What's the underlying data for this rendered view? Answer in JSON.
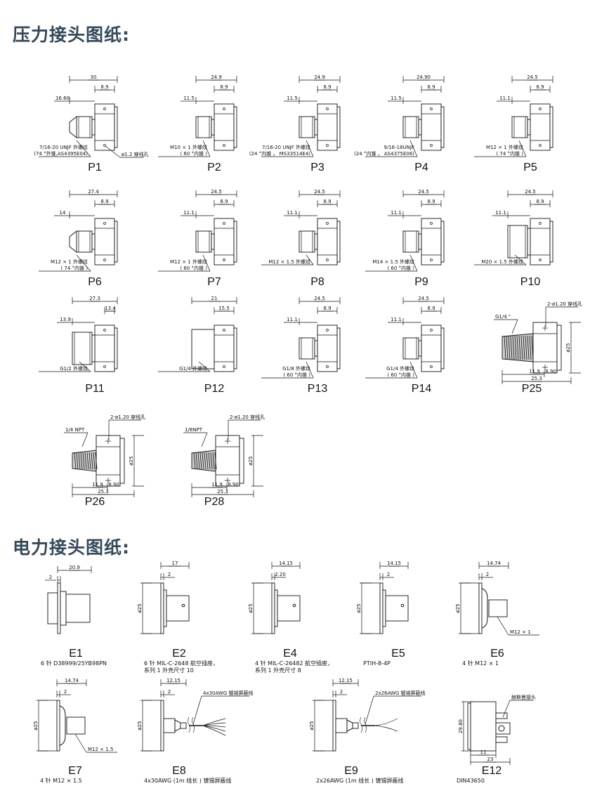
{
  "pressure_section": {
    "title": "压力接头图纸:",
    "items": [
      {
        "label": "P1",
        "kind": "std",
        "dims": [
          "30",
          "8.9",
          "16.60"
        ],
        "notes": [
          "7/16-20 UNJF 外螺纹",
          "(74 °外锥,AS4395E04)"
        ],
        "hole": "ø1.2 穿线孔",
        "cone": true
      },
      {
        "label": "P2",
        "kind": "std",
        "dims": [
          "24.9",
          "8.9",
          "11.5"
        ],
        "notes": [
          "M10 × 1 外螺纹",
          "( 60 °内锥 )"
        ]
      },
      {
        "label": "P3",
        "kind": "std",
        "dims": [
          "24.9",
          "8.9",
          "11.5"
        ],
        "notes": [
          "7/16-20 UNJF 外螺纹",
          "(24 °内锥 ， MS33514E4)"
        ]
      },
      {
        "label": "P4",
        "kind": "std",
        "dims": [
          "24.90",
          "8.9",
          "11.5"
        ],
        "notes": [
          "9/16-18UNJF",
          "(24 °内锥 ， AS4375E06)"
        ]
      },
      {
        "label": "P5",
        "kind": "std",
        "dims": [
          "24.5",
          "8.9",
          "11.1"
        ],
        "notes": [
          "M12 × 1 外螺纹",
          "( 74 °内锥 )"
        ]
      },
      {
        "label": "P6",
        "kind": "std",
        "dims": [
          "27.4",
          "8.9",
          "14"
        ],
        "notes": [
          "M12 × 1 外螺纹",
          "( 74 °内锥 )"
        ],
        "cone": true
      },
      {
        "label": "P7",
        "kind": "std",
        "dims": [
          "24.5",
          "8.9",
          "11.1"
        ],
        "notes": [
          "M12 × 1 外螺纹",
          "( 60 °内锥 )"
        ]
      },
      {
        "label": "P8",
        "kind": "std",
        "dims": [
          "24.5",
          "8.9",
          "11.1"
        ],
        "notes": [
          "M12 × 1.5 外螺纹"
        ]
      },
      {
        "label": "P9",
        "kind": "std",
        "dims": [
          "24.5",
          "8.9",
          "11.1"
        ],
        "notes": [
          "M14 × 1.5 外螺纹",
          "( 60 °内锥 )"
        ]
      },
      {
        "label": "P10",
        "kind": "std",
        "dims": [
          "24.5",
          "8.9",
          "11.1"
        ],
        "notes": [
          "M20 × 1.5 外螺纹"
        ]
      },
      {
        "label": "P11",
        "kind": "std",
        "dims": [
          "27.3",
          "13.4",
          "13.9"
        ],
        "notes": [
          "G1/2 外螺纹"
        ]
      },
      {
        "label": "P12",
        "kind": "std",
        "dims": [
          "21",
          "15.5"
        ],
        "notes": [
          "G1/4 外螺纹"
        ]
      },
      {
        "label": "P13",
        "kind": "std",
        "dims": [
          "24.5",
          "8.9",
          "11.1"
        ],
        "notes": [
          "G1/8 外螺纹",
          "( 60 °内锥 )"
        ]
      },
      {
        "label": "P14",
        "kind": "std",
        "dims": [
          "24.5",
          "8.9",
          "11.1"
        ],
        "notes": [
          "G1/4 外螺纹",
          "( 60 °内锥 )"
        ]
      },
      {
        "label": "P25",
        "kind": "side",
        "thread": "G1/4 \"",
        "hole": "2-ø1.20 穿线孔",
        "dia": "ø25",
        "dims": [
          "11.9",
          "8.90",
          "25.3"
        ]
      },
      {
        "label": "P26",
        "kind": "side",
        "thread": "1/4 NPT",
        "hole": "2-ø1.20 穿线孔",
        "dia": "ø25",
        "dims": [
          "11.9",
          "8.90",
          "25.3"
        ]
      },
      {
        "label": "P28",
        "kind": "side",
        "thread": "1/8NPT",
        "hole": "2-ø1.20 穿线孔",
        "dia": "ø25",
        "dims": [
          "11.9",
          "8.90",
          "25.3"
        ]
      }
    ]
  },
  "electrical_section": {
    "title": "电力接头图纸:",
    "items": [
      {
        "label": "E1",
        "kind": "e1",
        "dims": [
          "20.9",
          "2"
        ],
        "desc": [
          "6 针 D38999/25YB98PN"
        ]
      },
      {
        "label": "E2",
        "kind": "box",
        "dims": [
          "17",
          "2"
        ],
        "dia": "ø25",
        "desc": [
          "6 针 MIL-C-2648 航空插座，",
          "系列 1 外壳尺寸 10"
        ]
      },
      {
        "label": "E4",
        "kind": "box",
        "dims": [
          "14.15",
          "2.20"
        ],
        "dia": "ø25",
        "desc": [
          "4 针 MIL-C-26482 航空插座，",
          "系列 1 外壳尺寸 8"
        ]
      },
      {
        "label": "E5",
        "kind": "box",
        "dims": [
          "14.15",
          "2"
        ],
        "dia": "ø25",
        "desc": [
          "PTIH-8-4P"
        ]
      },
      {
        "label": "E6",
        "kind": "m12",
        "dims": [
          "14.74",
          "2"
        ],
        "dia": "ø25",
        "note": "M12 × 1",
        "desc": [
          "4 针 M12 × 1"
        ]
      },
      {
        "label": "E7",
        "kind": "m12",
        "dims": [
          "14.74",
          "2"
        ],
        "dia": "ø25",
        "note": "M12 × 1.5",
        "desc": [
          "4 针 M12 × 1.5"
        ]
      },
      {
        "label": "E8",
        "kind": "cable",
        "wires": 5,
        "dims": [
          "12.15",
          "2"
        ],
        "dia": "ø25",
        "note": "4x30AWG 镀锡屏蔽线",
        "desc": [
          "4x30AWG (1m 线长 ) 镀锡屏蔽线"
        ]
      },
      {
        "label": "E9",
        "kind": "cable",
        "wires": 2,
        "dims": [
          "12.15",
          "2"
        ],
        "dia": "ø25",
        "note": "2x26AWG 镀锡屏蔽线",
        "desc": [
          "2x26AWG (1m 线长 ) 镀锡屏蔽线"
        ]
      },
      {
        "label": "E12",
        "kind": "din",
        "dims": [
          "29.80",
          "11",
          "23"
        ],
        "note": "赫斯曼接头",
        "desc": [
          "DIN43650"
        ]
      }
    ]
  }
}
